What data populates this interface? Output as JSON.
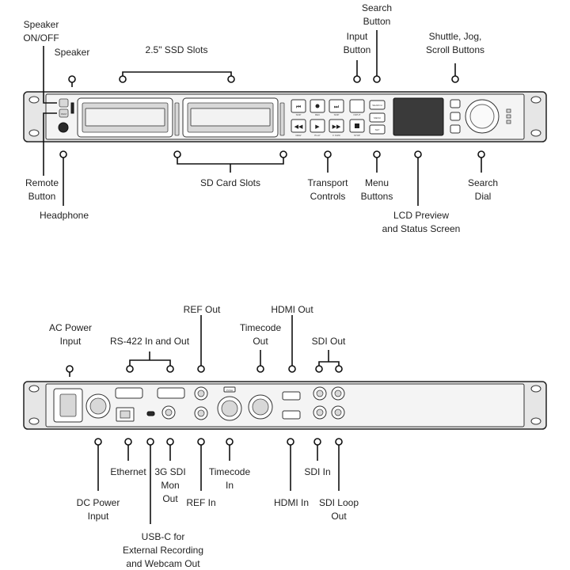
{
  "front_labels": {
    "speaker_onoff": [
      "Speaker",
      "ON/OFF"
    ],
    "speaker": [
      "Speaker"
    ],
    "ssd_slots": [
      "2.5\" SSD Slots"
    ],
    "search_button": [
      "Search",
      "Button"
    ],
    "input_button": [
      "Input",
      "Button"
    ],
    "shuttle": [
      "Shuttle, Jog,",
      "Scroll Buttons"
    ],
    "remote_button": [
      "Remote",
      "Button"
    ],
    "headphone": [
      "Headphone"
    ],
    "sd_card_slots": [
      "SD Card Slots"
    ],
    "transport": [
      "Transport",
      "Controls"
    ],
    "menu_buttons": [
      "Menu",
      "Buttons"
    ],
    "lcd": [
      "LCD Preview",
      "and Status Screen"
    ],
    "search_dial": [
      "Search",
      "Dial"
    ]
  },
  "rear_labels": {
    "ref_out": [
      "REF Out"
    ],
    "hdmi_out": [
      "HDMI Out"
    ],
    "ac_power": [
      "AC Power",
      "Input"
    ],
    "rs422": [
      "RS-422 In and Out"
    ],
    "timecode_out": [
      "Timecode",
      "Out"
    ],
    "sdi_out": [
      "SDI Out"
    ],
    "ethernet": [
      "Ethernet"
    ],
    "sdi_3g": [
      "3G SDI",
      "Mon",
      "Out"
    ],
    "timecode_in": [
      "Timecode",
      "In"
    ],
    "sdi_in": [
      "SDI In"
    ],
    "dc_power": [
      "DC Power",
      "Input"
    ],
    "ref_in": [
      "REF In"
    ],
    "hdmi_in": [
      "HDMI In"
    ],
    "sdi_loop": [
      "SDI Loop",
      "Out"
    ],
    "usbc": [
      "USB-C for",
      "External Recording",
      "and Webcam Out"
    ]
  },
  "panel_print": {
    "rew": "REW",
    "play": "PLAY",
    "ffwd": "F FWD",
    "stop": "STOP",
    "skip_back": "SKIP",
    "rec": "REC",
    "skip_fwd": "SKIP",
    "input": "INPUT",
    "search": "SEARCH",
    "menu": "MENU",
    "set": "SET",
    "remote": "REM",
    "push": "PUSH"
  }
}
